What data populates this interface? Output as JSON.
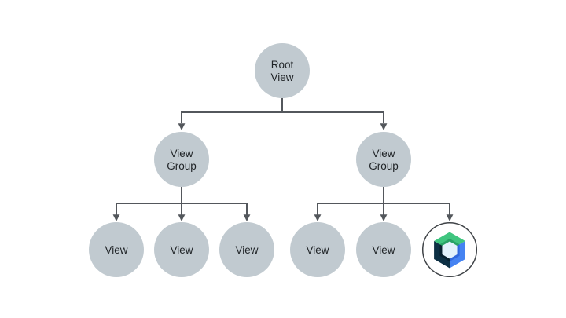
{
  "diagram": {
    "type": "tree",
    "description": "Android view hierarchy tree diagram with a Jetpack Compose logo as one leaf node",
    "nodes": {
      "root": {
        "line1": "Root",
        "line2": "View"
      },
      "group_left": {
        "line1": "View",
        "line2": "Group"
      },
      "group_right": {
        "line1": "View",
        "line2": "Group"
      },
      "view_l1": {
        "label": "View"
      },
      "view_l2": {
        "label": "View"
      },
      "view_l3": {
        "label": "View"
      },
      "view_r1": {
        "label": "View"
      },
      "view_r2": {
        "label": "View"
      },
      "compose": {
        "icon": "jetpack-compose-logo"
      }
    },
    "hierarchy": {
      "root": "Root View",
      "children": [
        {
          "name": "View Group",
          "children": [
            "View",
            "View",
            "View"
          ]
        },
        {
          "name": "View Group",
          "children": [
            "View",
            "View",
            "jetpack-compose-logo"
          ]
        }
      ]
    },
    "colors": {
      "background": "#ffffff",
      "node_fill": "#c1cad0",
      "edge": "#53575c",
      "text": "#1f2326",
      "compose_ring": "#3f4347",
      "compose_green": "#3fc57f",
      "compose_green_dark": "#28a265",
      "compose_blue": "#4583f2",
      "compose_blue_dark": "#2f67dd",
      "compose_navy": "#0d3044",
      "compose_navy_dark": "#07202e",
      "compose_hex_fill": "#e2f1fb"
    }
  }
}
